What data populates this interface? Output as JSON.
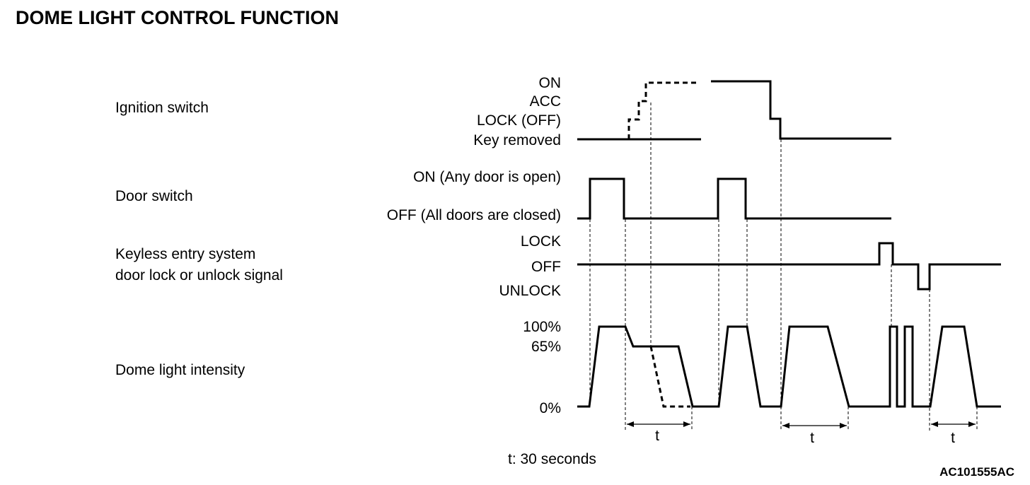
{
  "title": "DOME LIGHT CONTROL FUNCTION",
  "rows": {
    "ignition": {
      "label": "Ignition switch",
      "states": [
        "ON",
        "ACC",
        "LOCK (OFF)",
        "Key removed"
      ]
    },
    "door": {
      "label": "Door switch",
      "states": [
        "ON (Any door is open)",
        "OFF (All doors are closed)"
      ]
    },
    "keyless": {
      "label_line1": "Keyless entry system",
      "label_line2": "door lock or unlock signal",
      "states": [
        "LOCK",
        "OFF",
        "UNLOCK"
      ]
    },
    "dome": {
      "label": "Dome light intensity",
      "states": [
        "100%",
        "65%",
        "0%"
      ]
    }
  },
  "interval_symbol": "t",
  "note": "t: 30 seconds",
  "figure_code": "AC101555AC"
}
